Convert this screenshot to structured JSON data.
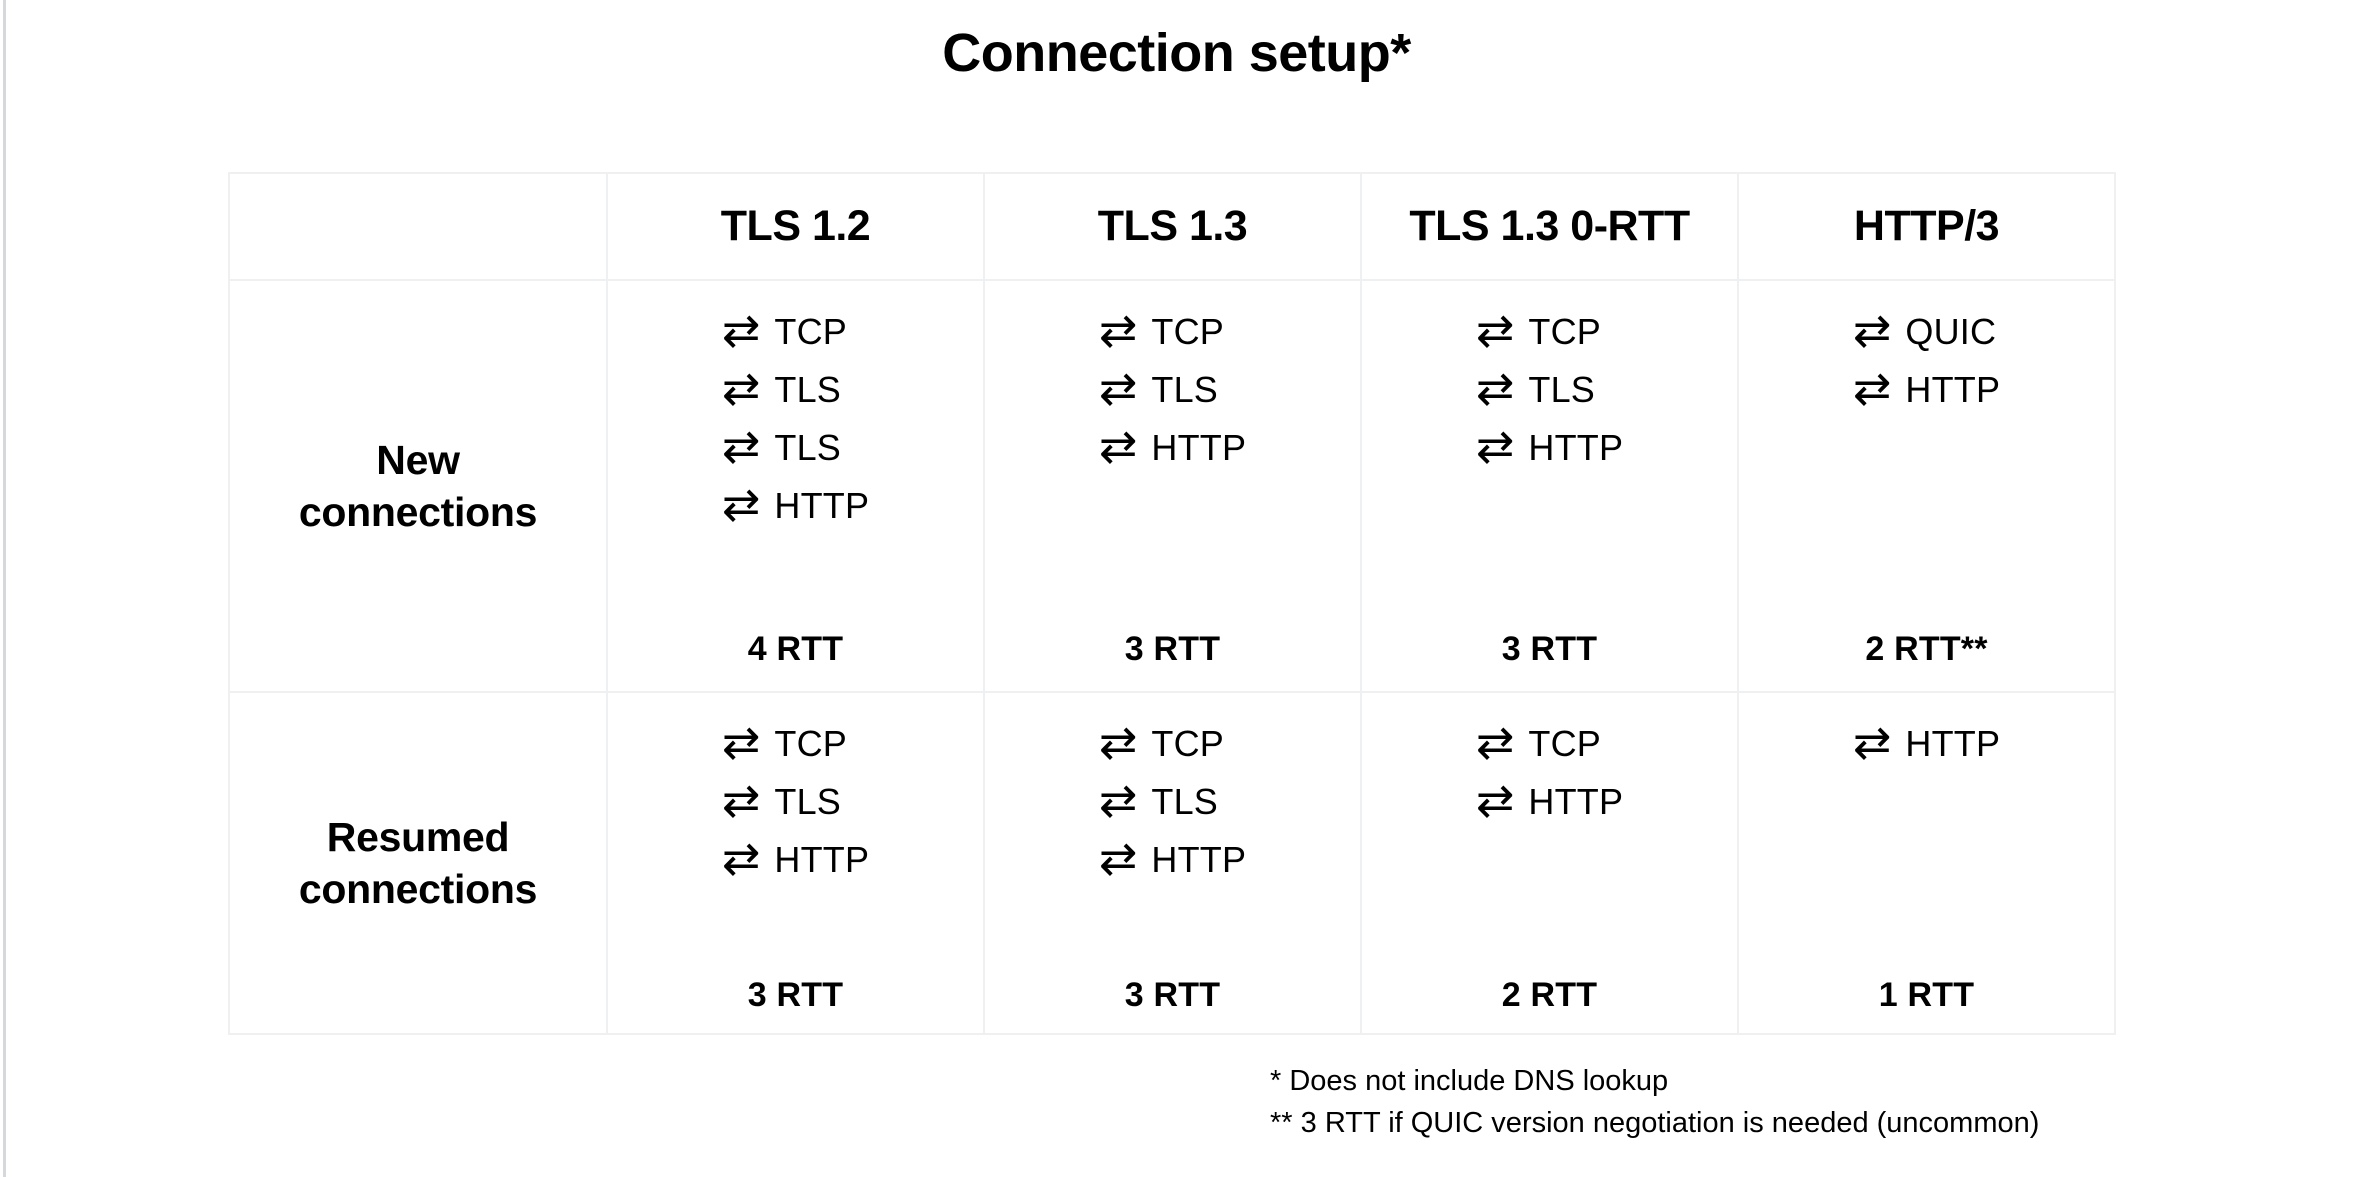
{
  "title": "Connection setup*",
  "table": {
    "corner_label": "",
    "columns": [
      "TLS 1.2",
      "TLS 1.3",
      "TLS 1.3 0-RTT",
      "HTTP/3"
    ],
    "arrow_icon": "⇄",
    "rows": [
      {
        "label": "New\nconnections",
        "label_line1": "New",
        "label_line2": "connections",
        "cells": [
          {
            "steps": [
              "TCP",
              "TLS",
              "TLS",
              "HTTP"
            ],
            "rtt": "4 RTT"
          },
          {
            "steps": [
              "TCP",
              "TLS",
              "HTTP"
            ],
            "rtt": "3 RTT"
          },
          {
            "steps": [
              "TCP",
              "TLS",
              "HTTP"
            ],
            "rtt": "3 RTT"
          },
          {
            "steps": [
              "QUIC",
              "HTTP"
            ],
            "rtt": "2 RTT**"
          }
        ]
      },
      {
        "label": "Resumed\nconnections",
        "label_line1": "Resumed",
        "label_line2": "connections",
        "cells": [
          {
            "steps": [
              "TCP",
              "TLS",
              "HTTP"
            ],
            "rtt": "3 RTT"
          },
          {
            "steps": [
              "TCP",
              "TLS",
              "HTTP"
            ],
            "rtt": "3 RTT"
          },
          {
            "steps": [
              "TCP",
              "HTTP"
            ],
            "rtt": "2 RTT"
          },
          {
            "steps": [
              "HTTP"
            ],
            "rtt": "1 RTT"
          }
        ]
      }
    ]
  },
  "footnotes": [
    "* Does not include DNS lookup",
    "** 3 RTT if QUIC version negotiation is needed (uncommon)"
  ],
  "colors": {
    "text": "#000000",
    "background": "#ffffff",
    "table_border": "#eef0f1",
    "left_rule": "#d6d9dc"
  }
}
